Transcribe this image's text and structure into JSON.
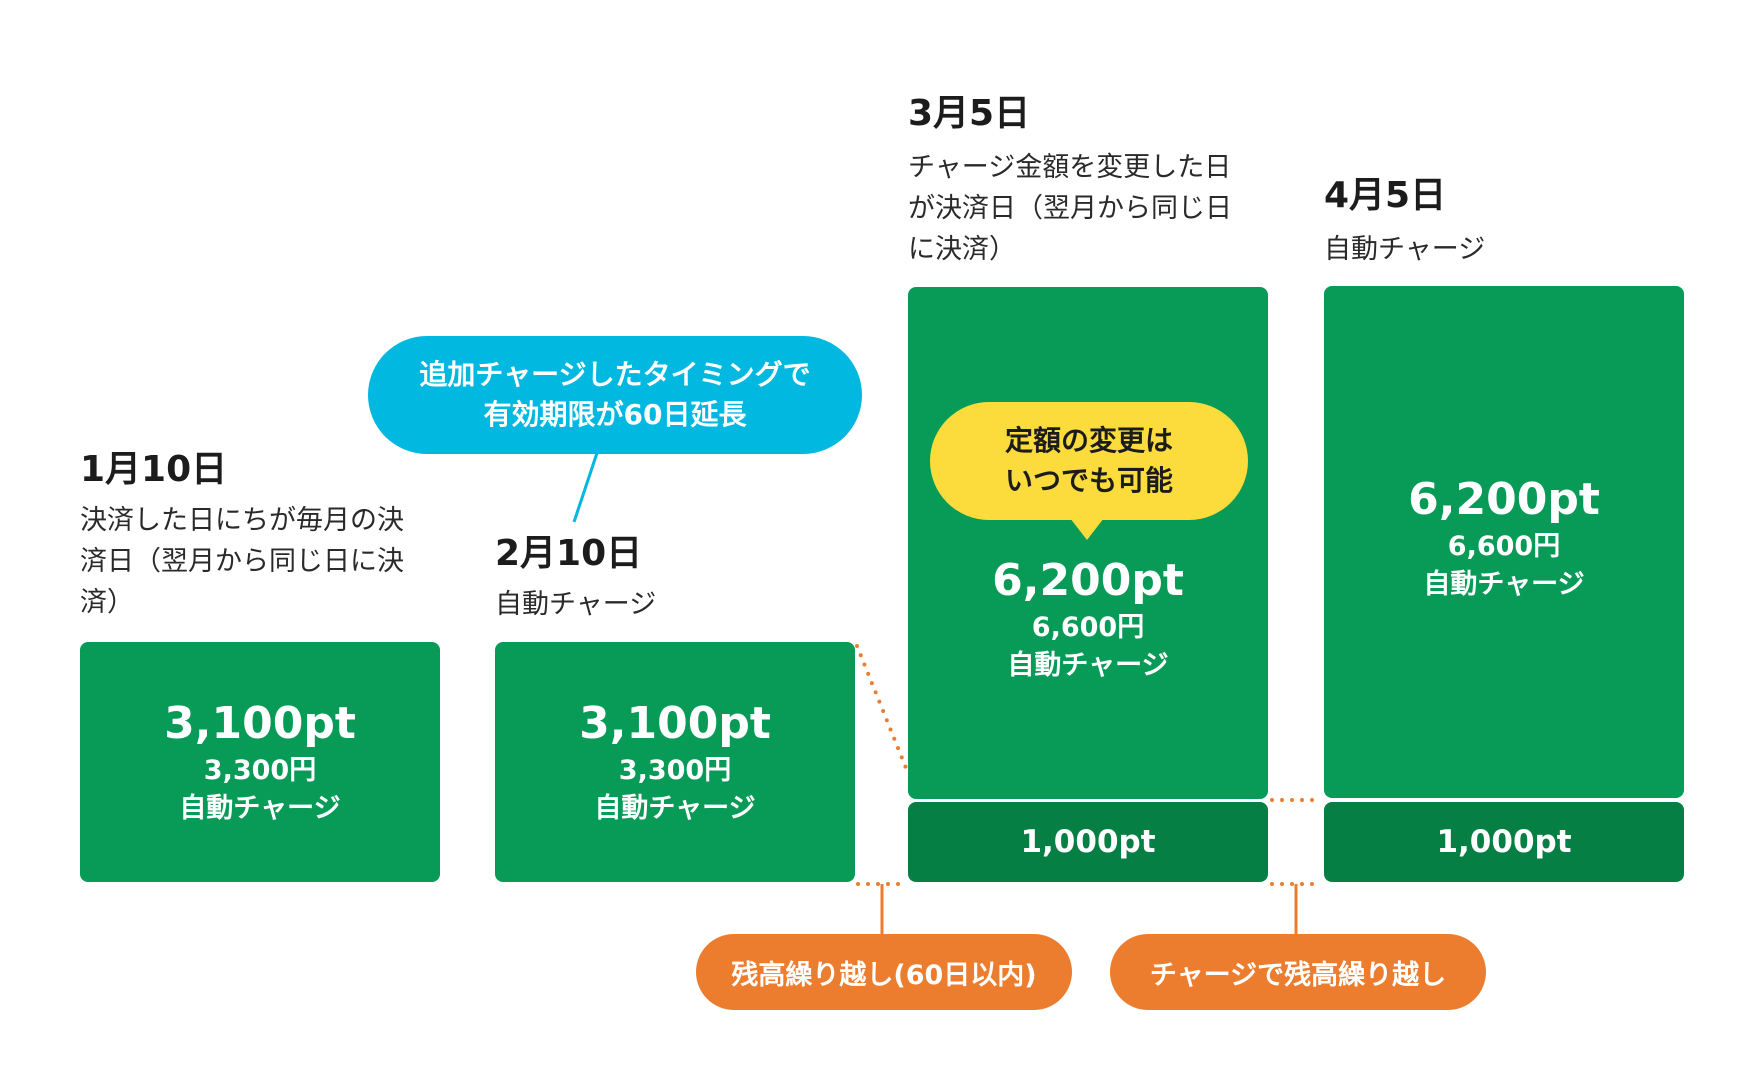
{
  "stages": [
    {
      "date": "1月10日",
      "desc_lines": [
        "決済した日にちが毎月の決",
        "済日（翌月から同じ日に決",
        "済）"
      ],
      "main": {
        "points": "3,100pt",
        "yen": "3,300円",
        "mode": "自動チャージ"
      }
    },
    {
      "date": "2月10日",
      "desc_lines": [
        "自動チャージ"
      ],
      "main": {
        "points": "3,100pt",
        "yen": "3,300円",
        "mode": "自動チャージ"
      }
    },
    {
      "date": "3月5日",
      "desc_lines": [
        "チャージ金額を変更した日",
        "が決済日（翌月から同じ日",
        "に決済）"
      ],
      "main": {
        "points": "6,200pt",
        "yen": "6,600円",
        "mode": "自動チャージ"
      },
      "carry": "1,000pt"
    },
    {
      "date": "4月5日",
      "desc_lines": [
        "自動チャージ"
      ],
      "main": {
        "points": "6,200pt",
        "yen": "6,600円",
        "mode": "自動チャージ"
      },
      "carry": "1,000pt"
    }
  ],
  "callouts": {
    "blue": {
      "lines": [
        "追加チャージしたタイミングで",
        "有効期限が60日延長"
      ],
      "color": "#00b8e0"
    },
    "yellow": {
      "lines": [
        "定額の変更は",
        "いつでも可能"
      ],
      "color": "#fcdc3c"
    }
  },
  "pills": {
    "carry_60": "残高繰り越し(60日以内)",
    "carry_charge": "チャージで残高繰り越し"
  },
  "colors": {
    "box_green": "#079b57",
    "carry_green": "#057f44",
    "connector_orange": "#ec7d2f",
    "connector_blue": "#00b8e0"
  }
}
